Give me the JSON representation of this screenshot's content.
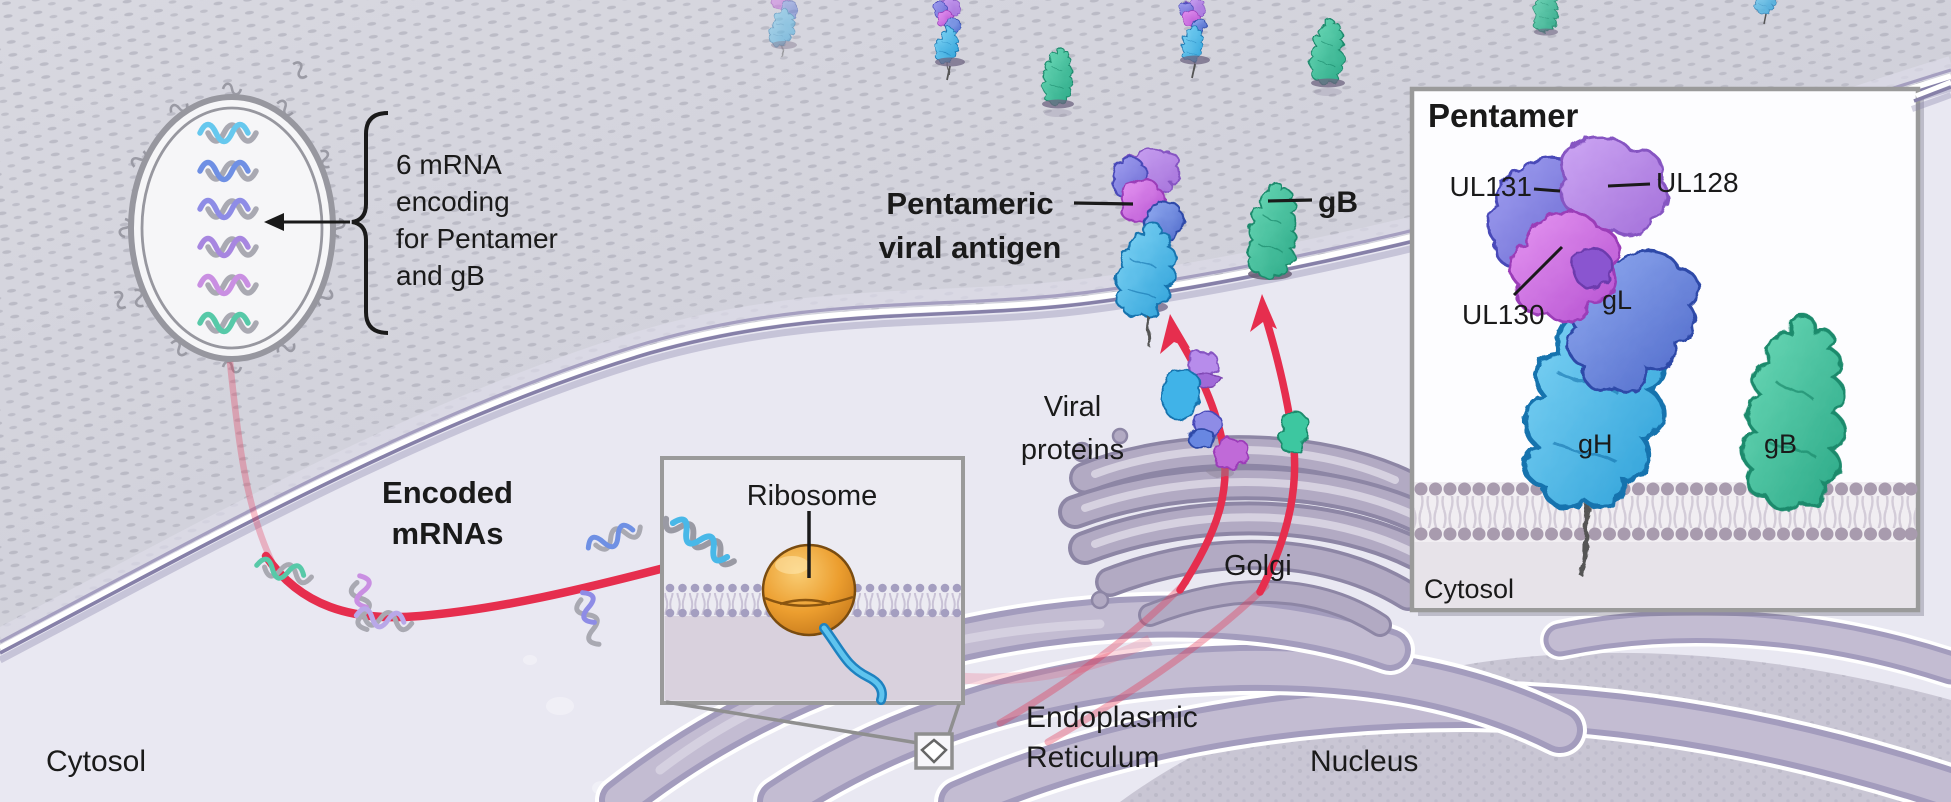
{
  "scene": {
    "lnp_caption": "6 mRNA\nencoding\nfor Pentamer\nand gB",
    "encoded_mrnas": "Encoded\nmRNAs",
    "ribosome_label": "Ribosome",
    "pentameric_label": "Pentameric\nviral antigen",
    "gb_label": "gB",
    "viral_proteins_label": "Viral\nproteins",
    "golgi_label": "Golgi",
    "er_label": "Endoplasmic\nReticulum",
    "nucleus_label": "Nucleus",
    "cytosol_label": "Cytosol"
  },
  "inset": {
    "title": "Pentamer",
    "ul131": "UL131",
    "ul128": "UL128",
    "ul130": "UL130",
    "gl": "gL",
    "gh": "gH",
    "gb": "gB",
    "cytosol": "Cytosol"
  },
  "mrna_colors_top_to_bottom": [
    "#66c8ee",
    "#6f90e4",
    "#8e8ce6",
    "#a786e0",
    "#c98fe2",
    "#57c9a8"
  ],
  "colors": {
    "accent-red": "#e62e4e",
    "gh-blue": "#3fb3e8",
    "gh-dark": "#1673ae",
    "gl-blue": "#6787e2",
    "gl-dark": "#2f4aa8",
    "ul131-periwinkle": "#7f7ee8",
    "ul128-purple": "#b78ceb",
    "ul130-magenta": "#d277e6",
    "gb-green": "#3ec7a0",
    "gb-dark": "#1c8a6c",
    "ribosome-orange": "#e8952b",
    "membrane-purple": "#8680a8",
    "organelle-fill": "#b6aec7",
    "organelle-dark": "#8d86a5",
    "surface-bg": "#d2d2db",
    "surface-dash": "#a9a9b6",
    "cytosol-bg": "#e9e8f2",
    "nucleus-bg": "#c9c6d4",
    "box-border": "#9a9a9a",
    "lnp-gray": "#97979f",
    "text": "#1a1a1a"
  }
}
